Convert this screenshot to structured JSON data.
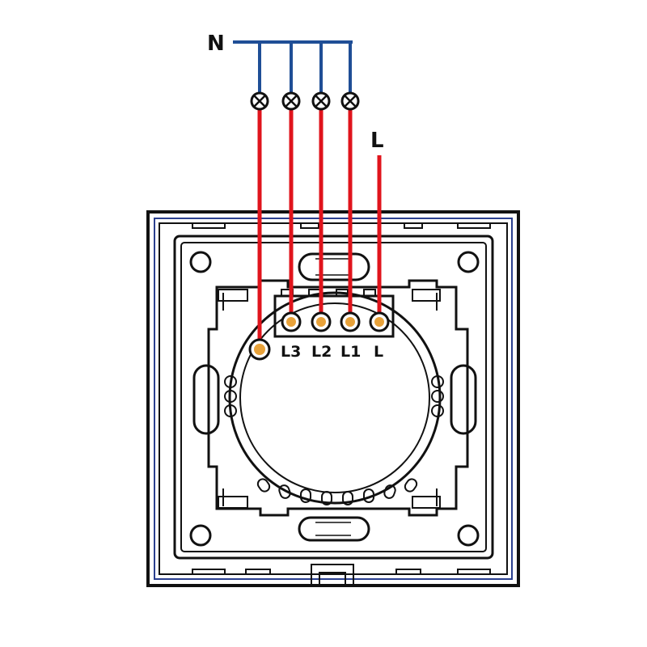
{
  "labels": {
    "neutral": "N",
    "live": "L",
    "terminals": [
      "L3",
      "L2",
      "L1",
      "L"
    ]
  },
  "colors": {
    "neutral_wire": "#1f4e96",
    "live_wire": "#e0141c",
    "terminal_fill": "#e8a23a",
    "outline": "#111111",
    "frame_accent": "#2a3f8f"
  },
  "icons": {
    "lamp": "lamp-cross-icon",
    "terminal_screw": "terminal-screw-icon"
  }
}
